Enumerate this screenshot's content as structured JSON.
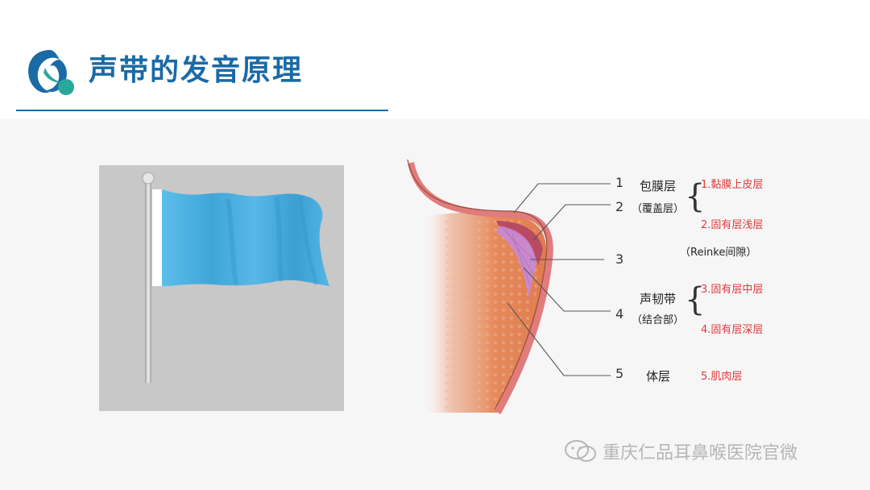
{
  "title": "声带的发音原理",
  "watermark": "重庆仁品耳鼻喉医院官微",
  "labels": {
    "n1": "1",
    "n2": "2",
    "n3": "3",
    "n4": "4",
    "n5": "5",
    "cover": "包膜层",
    "cover_sub": "（覆盖层）",
    "cover_r1": "1.黏膜上皮层",
    "cover_r2": "2.固有层浅层",
    "reinke": "（Reinke间隙）",
    "ligament": "声韧带",
    "ligament_sub": "（结合部）",
    "lig_r1": "3.固有层中层",
    "lig_r2": "4.固有层深层",
    "body": "体层",
    "body_r": "5.肌肉层"
  },
  "colors": {
    "brand": "#1a6aa6",
    "accent_green": "#2aa79b",
    "flag_blue": "#4fb3e3",
    "tissue": "#e98c62",
    "mucosa": "#e98a8a",
    "layer_purple": "#c88ad8",
    "red_text": "#e03a3a"
  }
}
